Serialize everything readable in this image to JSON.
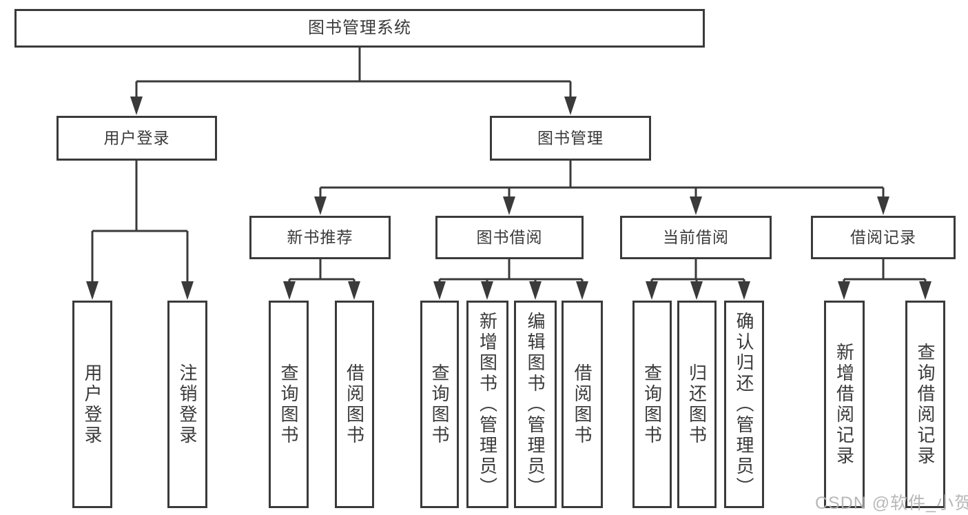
{
  "diagram_title": "图书管理系统",
  "nodes": {
    "root": {
      "label": "图书管理系统"
    },
    "user_login": {
      "label": "用户登录"
    },
    "book_mgmt": {
      "label": "图书管理"
    },
    "new_book_rec": {
      "label": "新书推荐"
    },
    "book_borrow": {
      "label": "图书借阅"
    },
    "current_borrow": {
      "label": "当前借阅"
    },
    "borrow_record": {
      "label": "借阅记录"
    },
    "leaf_user_login": {
      "label": "用户登录"
    },
    "leaf_logout": {
      "label": "注销登录"
    },
    "leaf_query_book_a": {
      "label": "查询图书"
    },
    "leaf_borrow_book_a": {
      "label": "借阅图书"
    },
    "leaf_query_book_b": {
      "label": "查询图书"
    },
    "leaf_add_book": {
      "label": "新增图书（管理员）"
    },
    "leaf_edit_book": {
      "label": "编辑图书（管理员）"
    },
    "leaf_borrow_book_b": {
      "label": "借阅图书"
    },
    "leaf_query_book_c": {
      "label": "查询图书"
    },
    "leaf_return_book": {
      "label": "归还图书"
    },
    "leaf_confirm_return": {
      "label": "确认归还（管理员）"
    },
    "leaf_add_record": {
      "label": "新增借阅记录"
    },
    "leaf_query_record": {
      "label": "查询借阅记录"
    }
  },
  "hierarchy": {
    "图书管理系统": {
      "用户登录": [
        "用户登录",
        "注销登录"
      ],
      "图书管理": {
        "新书推荐": [
          "查询图书",
          "借阅图书"
        ],
        "图书借阅": [
          "查询图书",
          "新增图书（管理员）",
          "编辑图书（管理员）",
          "借阅图书"
        ],
        "当前借阅": [
          "查询图书",
          "归还图书",
          "确认归还（管理员）"
        ],
        "借阅记录": [
          "新增借阅记录",
          "查询借阅记录"
        ]
      }
    }
  },
  "watermark": {
    "text": "CSDN @软件_小贺同学"
  },
  "colors": {
    "line": "#3a3a3a",
    "text": "#3a3a3a",
    "background": "#ffffff",
    "watermark": "#b2b2b2"
  }
}
